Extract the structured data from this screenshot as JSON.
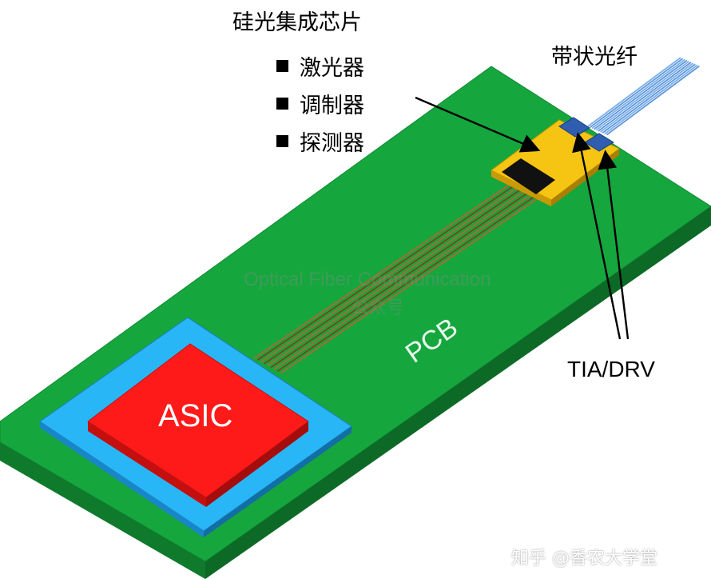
{
  "labels": {
    "chip_title": "硅光集成芯片",
    "components": [
      "激光器",
      "调制器",
      "探测器"
    ],
    "ribbon_fiber": "带状光纤",
    "tia_drv": "TIA/DRV",
    "asic": "ASIC",
    "pcb": "PCB"
  },
  "watermark": {
    "line1": "Optical Fiber Communication",
    "line2": "公众号"
  },
  "credit": {
    "site": "知乎",
    "author": "@香农大学堂"
  },
  "colors": {
    "pcb_green": "#16a63e",
    "pcb_edge": "#0f7a2c",
    "substrate_blue": "#29b6f6",
    "asic_red": "#ff1a1a",
    "chip_yellow": "#f6c412",
    "fiber_blue": "#7ab0ee",
    "trace_copper": "#c0622e"
  }
}
